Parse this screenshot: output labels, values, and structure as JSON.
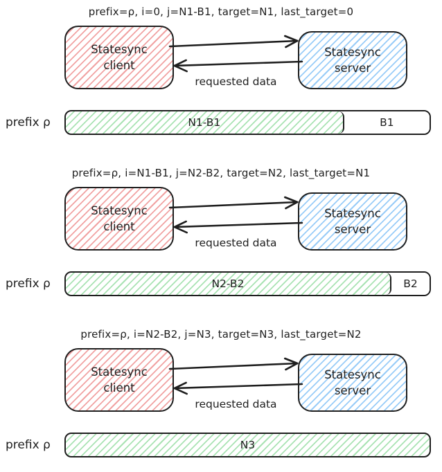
{
  "diagram": {
    "client_label": "Statesync client",
    "server_label": "Statesync server",
    "arrow_label": "requested data",
    "prefix_label": "prefix ρ"
  },
  "colors": {
    "stroke": "#1e1e1e",
    "client_hatch": "#e03131",
    "server_hatch": "#339af0",
    "synced_hatch": "#40c057",
    "background": "#ffffff"
  },
  "sections": [
    {
      "header": "prefix=ρ, i=0, j=N1-B1, target=N1, last_target=0",
      "bar": {
        "segments": [
          {
            "label": "N1-B1",
            "state": "synced",
            "width_pct": 76.5
          },
          {
            "label": "B1",
            "state": "remaining",
            "width_pct": 23.5
          }
        ]
      }
    },
    {
      "header": "prefix=ρ, i=N1-B1, j=N2-B2, target=N2, last_target=N1",
      "bar": {
        "segments": [
          {
            "label": "N2-B2",
            "state": "synced",
            "width_pct": 89.5
          },
          {
            "label": "B2",
            "state": "remaining",
            "width_pct": 10.5
          }
        ]
      }
    },
    {
      "header": "prefix=ρ, i=N2-B2, j=N3, target=N3, last_target=N2",
      "bar": {
        "segments": [
          {
            "label": "N3",
            "state": "synced",
            "width_pct": 100
          }
        ]
      }
    }
  ]
}
